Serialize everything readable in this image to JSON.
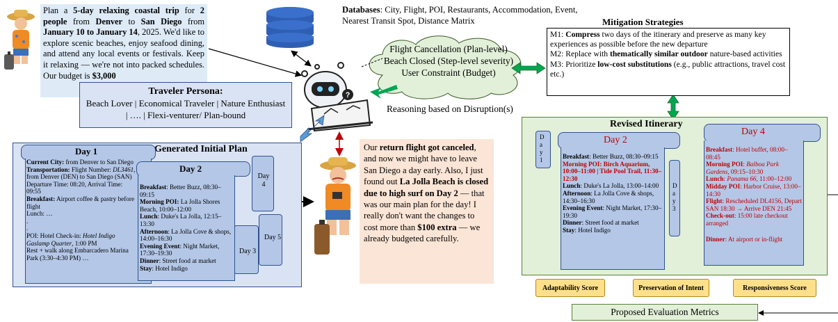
{
  "request": {
    "p1": "Plan a ",
    "b1": "5-day relaxing coastal trip",
    "p2": " for ",
    "b2": "2 people",
    "p3": " from ",
    "b3": "Denver",
    "p4": " to ",
    "b4": "San Diego",
    "p5": " from ",
    "b5": "January 10 to January 14",
    "p6": ", 2025. We'd like to explore scenic beaches, enjoy seafood dining, and attend any local events or festivals. Keep it relaxing — we're not into packed schedules. Our budget is ",
    "b6": "$3,000"
  },
  "persona": {
    "title": "Traveler Persona:",
    "text": "Beach Lover | Economical Traveler | Nature Enthusiast | …. | Flexi-venturer/ Plan-bound"
  },
  "databases": {
    "label": "Databases",
    "text": ":  City, Flight, POI, Restaurants, Accommodation, Event, Nearest Transit Spot, Distance Matrix"
  },
  "disruptions": {
    "l1": "Flight Cancellation (Plan-level)",
    "l2": "Beach Closed (Step-level severity)",
    "l3": "User Constraint (Budget)"
  },
  "reasoning_label": "Reasoning based on Disruption(s)",
  "mitigation": {
    "title": "Mitigation Strategies",
    "m1a": "M1: ",
    "m1b": "Compress",
    "m1c": " two days of the itinerary and preserve as many key experiences as possible before the new departure",
    "m2a": "M2: Replace with ",
    "m2b": "thematically similar outdoor",
    "m2c": " nature-based activities",
    "m3a": "M3: Prioritize ",
    "m3b": "low-cost substitutions",
    "m3c": " (e.g., public attractions, travel cost etc.)"
  },
  "initial_plan": {
    "title": "Generated Initial Plan",
    "day1": {
      "title": "Day 1",
      "current_label": "Current City:",
      "current": " from Denver to San Diego",
      "transport_label": "Transportation:",
      "transport": " Flight Number: ",
      "flight": "DL3461",
      "transport2": ", from Denver (DEN) to San Diego (SAN)",
      "times": "Departure Time: 08:20, Arrival Time: 09:55",
      "breakfast_label": "Breakfast:",
      "breakfast": " Airport coffee & pastry before flight",
      "lunch": "Lunch: …",
      "dot1": ".",
      "dot2": ".",
      "poi": "POI: Hotel Check-in: ",
      "hotel": "Hotel Indigo Gaslamp Quarter",
      "poi2": ", 1:00 PM",
      "rest": "Rest + walk along Embarcadero Marina Park (3:30–4:30 PM) …"
    },
    "day2": {
      "title": "Day 2",
      "breakfast_label": "Breakfast",
      "breakfast": ": Better Buzz, 08:30–09:15",
      "morning_label": "Morning POI:",
      "morning": " La Jolla Shores Beach, 10:00–12:00",
      "lunch_label": "Lunch",
      "lunch": ": Duke's La Jolla, 12:15–13:30",
      "afternoon_label": "Afternoon",
      "afternoon": ": La Jolla Cove & shops, 14:00–16:30",
      "evening_label": "Evening Event",
      "evening": ": Night Market, 17:30–19:30",
      "dinner_label": "Dinner",
      "dinner": ": Street food at market",
      "stay_label": "Stay",
      "stay": ": Hotel Indigo"
    },
    "day3": "Day 3",
    "day4": "Day 4",
    "day5": "Day 5"
  },
  "user_message": {
    "p1": "Our ",
    "b1": "return flight got canceled",
    "p2": ", and now we might have to leave San Diego a day early. Also, I just found out ",
    "b2": "La Jolla Beach is closed due to high surf on Day 2",
    "p3": " — that was our main plan for the day! I really don't want the changes to cost more than ",
    "b3": "$100 extra",
    "p4": " — we already budgeted carefully."
  },
  "revised": {
    "title": "Revised Itinerary",
    "day1_side": "D a y 1",
    "day3_side": "D a y 3",
    "day2": {
      "title": "Day 2",
      "breakfast_label": "Breakfast",
      "breakfast": ": Better Buzz, 08:30–09:15",
      "morning": "Morning POI: Birch Aquarium, 10:00–11:00 | Tide Pool Trail, 11:30–12:30",
      "lunch_label": "Lunch",
      "lunch": ": Duke's La Jolla, 13:00–14:00",
      "afternoon_label": "Afternoon",
      "afternoon": ": La Jolla Cove & shops, 14:30–16:30",
      "evening_label": "Evening Event",
      "evening": ": Night Market, 17:30–19:30",
      "dinner_label": "Dinner",
      "dinner": ": Street food at market",
      "stay_label": "Stay",
      "stay": ": Hotel Indigo"
    },
    "day4": {
      "title": "Day 4",
      "breakfast_label": "Breakfast",
      "breakfast": ": Hotel buffet, 08:00–08:45",
      "morning_label": "Morning POI",
      "morning_a": ": ",
      "morning_i": "Balboa Park Gardens",
      "morning_b": ", 09:15–10:30",
      "lunch_label": "Lunch",
      "lunch_a": ": ",
      "lunch_i": "Panama 66",
      "lunch_b": ", 11:00–12:00",
      "midday_label": "Midday POI",
      "midday": ": Harbor Cruise, 13:00–14:30",
      "flight_label": "Flight",
      "flight": ": Rescheduled DL4156, Depart SAN 18:30 → Arrive DEN 21:45",
      "checkout_label": "Check-out",
      "checkout": ": 15:00 late checkout arranged",
      "dinner_label": "Dinner",
      "dinner": ": At airport or in-flight"
    }
  },
  "metrics": {
    "m1": "Adaptability Score",
    "m2": "Preservation of Intent",
    "m3": "Responsiveness Score",
    "label": "Proposed Evaluation Metrics"
  },
  "colors": {
    "request_bg": "#deebf7",
    "persona_bg": "#dae3f3",
    "plan_bg": "#dae3f3",
    "scroll": "#b4c7e7",
    "cloud": "#e2f0d9",
    "revised_bg": "#e2f0d9",
    "message_bg": "#fbe5d6",
    "metric_pill": "#ffe08a",
    "red_text": "#c00000",
    "green_arrow": "#00a651",
    "blue_arrow": "#5b9bd5"
  }
}
